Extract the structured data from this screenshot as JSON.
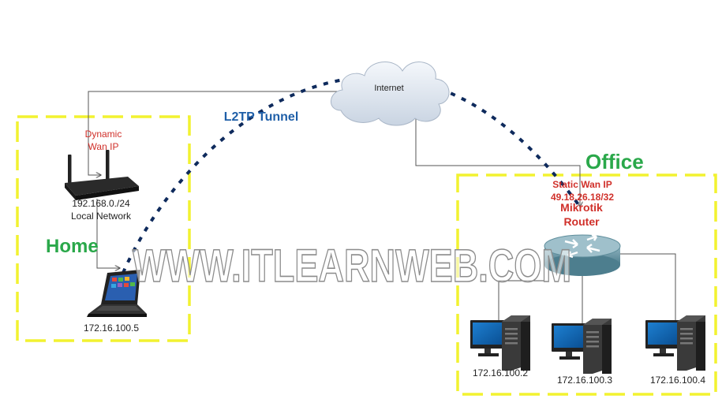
{
  "labels": {
    "internet": "Internet",
    "tunnel": "L2TP Tunnel",
    "home_title": "Home",
    "office_title": "Office",
    "dynamic_wan_line1": "Dynamic",
    "dynamic_wan_line2": "Wan IP",
    "home_network_line1": "192.168.0./24",
    "home_network_line2": "Local Network",
    "laptop_ip": "172.16.100.5",
    "static_wan_line1": "Static Wan IP",
    "static_wan_line2": "49.18.26.18/32",
    "mikrotik_line1": "Mikrotik",
    "mikrotik_line2": "Router",
    "pc1_ip": "172.16.100.2",
    "pc2_ip": "172.16.100.3",
    "pc3_ip": "172.16.100.4",
    "watermark": "WWW.ITLEARNWEB.COM"
  },
  "colors": {
    "zone_border": "#f2f230",
    "tunnel": "#0e2a5c",
    "tunnel_label": "#1f5fa8",
    "zone_title": "#2aa84a",
    "wan_label": "#d0302a",
    "link": "#555555",
    "text": "#222222"
  },
  "icons": {
    "cloud": "cloud-icon",
    "home_router": "wifi-router-icon",
    "laptop": "laptop-icon",
    "office_router": "router-icon",
    "desktop": "desktop-pc-icon"
  }
}
